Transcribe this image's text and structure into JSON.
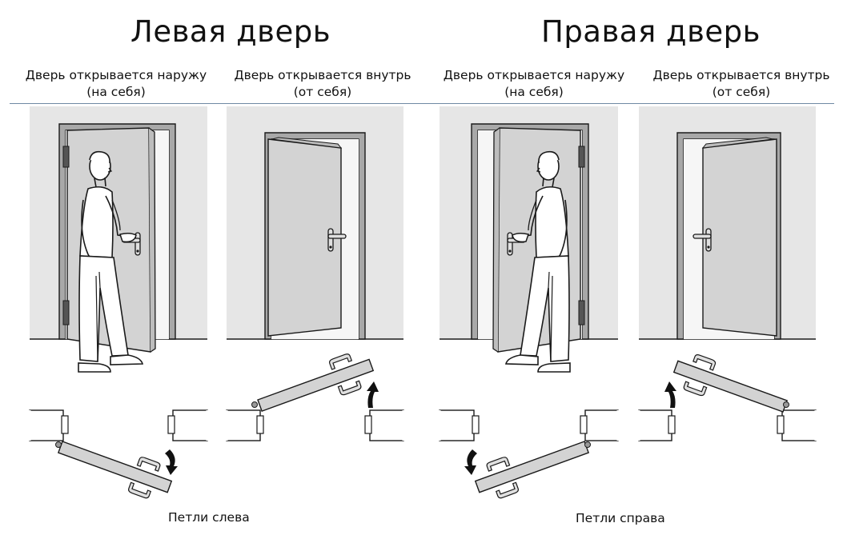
{
  "left": {
    "title": "Левая дверь",
    "outward": {
      "line1": "Дверь открывается наружу",
      "line2": "(на себя)"
    },
    "inward": {
      "line1": "Дверь открывается внутрь",
      "line2": "(от себя)"
    },
    "caption": "Петли слева"
  },
  "right": {
    "title": "Правая дверь",
    "outward": {
      "line1": "Дверь открывается наружу",
      "line2": "(на себя)"
    },
    "inward": {
      "line1": "Дверь открывается внутрь",
      "line2": "(от себя)"
    },
    "caption": "Петли справа"
  },
  "colors": {
    "wall": "#e6e6e6",
    "door": "#d3d3d3",
    "frame": "#a8a8a8",
    "line": "#1a1a1a",
    "rule": "#6f89a3"
  }
}
